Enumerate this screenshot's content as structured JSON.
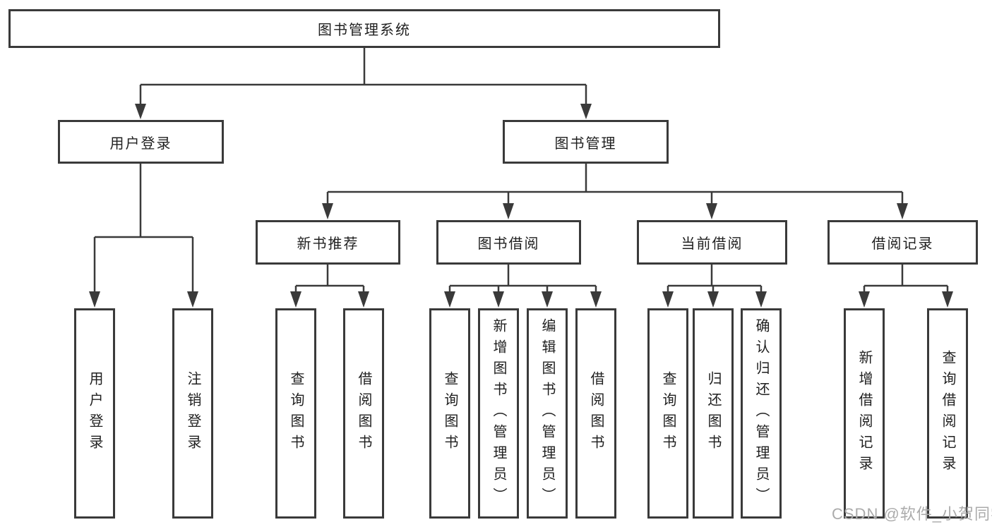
{
  "diagram": {
    "title": "图书管理系统",
    "level2": {
      "user_login": "用户登录",
      "book_management": "图书管理"
    },
    "level3": {
      "new_book_recommend": "新书推荐",
      "book_borrow": "图书借阅",
      "current_borrow": "当前借阅",
      "borrow_records": "借阅记录"
    },
    "leaves": {
      "user_login_children": [
        "用户登录",
        "注销登录"
      ],
      "new_book_recommend_children": [
        "查询图书",
        "借阅图书"
      ],
      "book_borrow_children": [
        "查询图书",
        "新增图书（管理员）",
        "编辑图书（管理员）",
        "借阅图书"
      ],
      "current_borrow_children": [
        "查询图书",
        "归还图书",
        "确认归还（管理员）"
      ],
      "borrow_records_children": [
        "新增借阅记录",
        "查询借阅记录"
      ]
    },
    "watermark": "CSDN @软件_小贺同学",
    "colors": {
      "line": "#3a3a3a",
      "border": "#3a3a3a",
      "text": "#1f1f1f",
      "watermark": "#ababab",
      "background": "#ffffff"
    }
  }
}
